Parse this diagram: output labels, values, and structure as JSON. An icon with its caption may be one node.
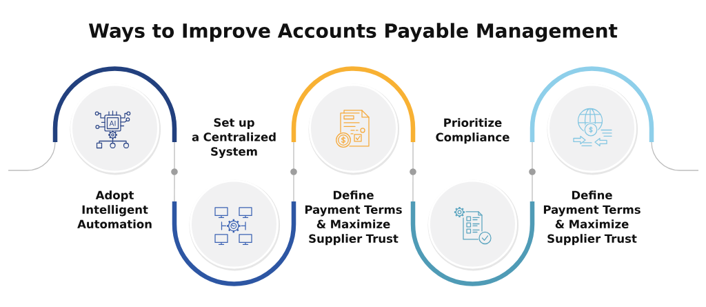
{
  "diagram": {
    "title": "Ways to Improve Accounts Payable Management",
    "nodes": [
      {
        "text": [],
        "shape": "circle",
        "beside": [
          "Adopt Intelligent Automation"
        ]
      },
      {
        "text": [],
        "shape": "circle",
        "beside": [
          "Set up a Centralized System"
        ]
      },
      {
        "text": [],
        "shape": "circle",
        "beside": [
          "Define Payment Terms & Maximize Supplier Trust"
        ]
      },
      {
        "text": [],
        "shape": "circle",
        "beside": [
          "Prioritize Compliance"
        ]
      },
      {
        "text": [],
        "shape": "circle",
        "beside": [
          "Define Payment Terms & Maximize Supplier Trust"
        ]
      }
    ],
    "edges": [
      {
        "from": null,
        "to": 0,
        "arrow": "none"
      },
      {
        "from": 0,
        "to": 1,
        "arrow": "none"
      },
      {
        "from": 1,
        "to": 2,
        "arrow": "none"
      },
      {
        "from": 2,
        "to": 3,
        "arrow": "none"
      },
      {
        "from": 3,
        "to": 4,
        "arrow": "none"
      },
      {
        "from": 4,
        "to": null,
        "arrow": "none"
      }
    ],
    "labels": [
      "AI"
    ]
  }
}
